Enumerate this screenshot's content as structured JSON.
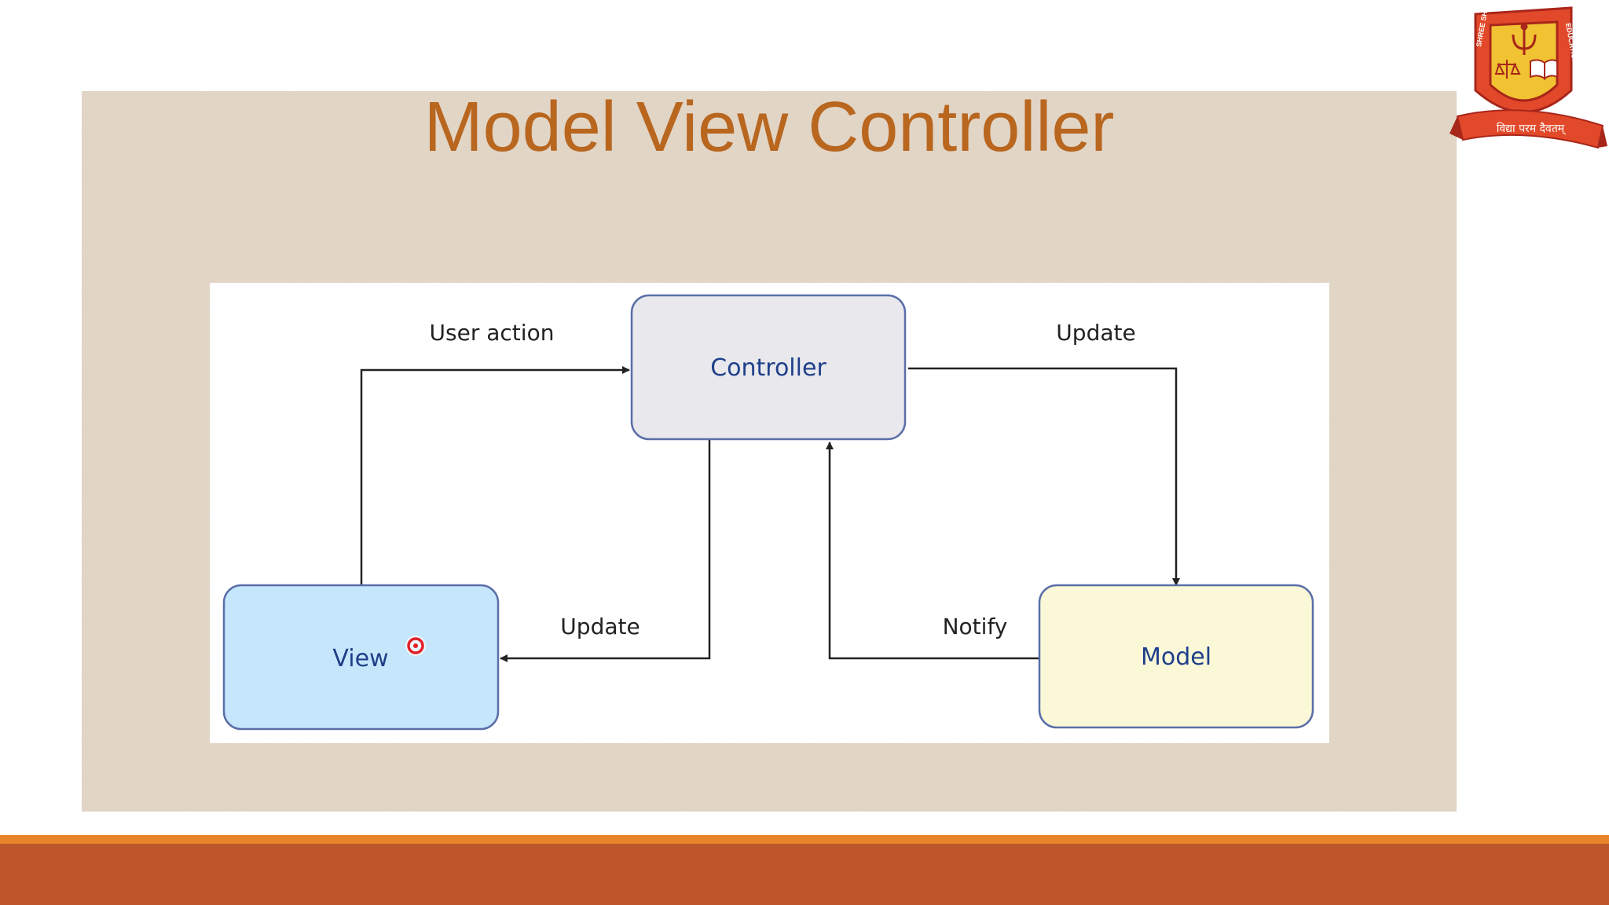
{
  "slide": {
    "title": "Model View Controller",
    "colors": {
      "title": "#b9661f",
      "parchment": "#e4d8c9",
      "footer_main": "#bd562b",
      "footer_stripe": "#e8852a",
      "node_text": "#1f3f8a",
      "arrow": "#222222"
    }
  },
  "diagram": {
    "nodes": {
      "controller": {
        "label": "Controller",
        "fill": "#e8e8ed",
        "border": "#5b6ea8"
      },
      "view": {
        "label": "View",
        "fill": "#c6e6fb",
        "border": "#5b6ea8"
      },
      "model": {
        "label": "Model",
        "fill": "#fbf8d8",
        "border": "#5b6ea8"
      }
    },
    "edges": {
      "user_action": "User action",
      "update_model": "Update",
      "update_view": "Update",
      "notify": "Notify"
    }
  },
  "logo": {
    "ring_text": "SHREE SHANKAR NARAYAN EDUCATION TRUST",
    "motto": "विद्या परम दैवतम्",
    "colors": {
      "ring": "#e2492a",
      "gold": "#f1c232",
      "dark_red": "#a8261a"
    }
  },
  "cursor": {
    "icon": "pointer-dot-icon",
    "color": "#e0202a"
  }
}
